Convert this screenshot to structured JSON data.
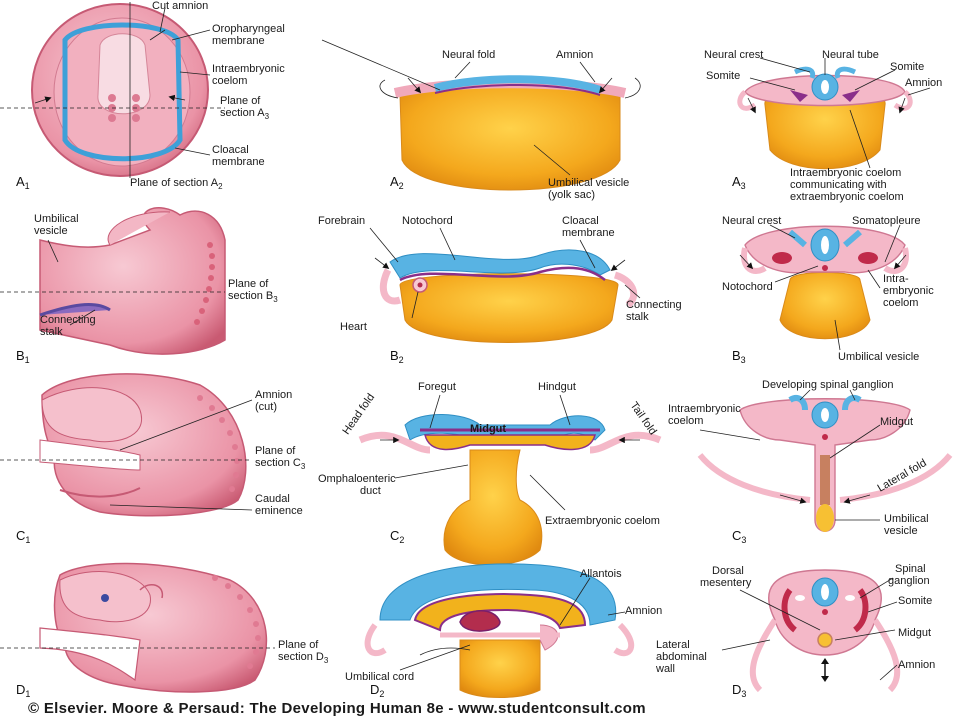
{
  "labels": {
    "cut_amnion": "Cut amnion",
    "oropharyngeal": [
      "Oropharyngeal",
      "membrane"
    ],
    "intra_coelom_a1": [
      "Intraembryonic",
      "coelom"
    ],
    "plane_a3": [
      "Plane of",
      "section A"
    ],
    "cloacal_a1": [
      "Cloacal",
      "membrane"
    ],
    "plane_a2": "Plane of section A",
    "neural_fold": "Neural fold",
    "amnion_a2": "Amnion",
    "umbilical_vesicle_a2": [
      "Umbilical vesicle",
      "(yolk sac)"
    ],
    "neural_crest_a3": "Neural crest",
    "neural_tube": "Neural tube",
    "somite_a3_left": "Somite",
    "somite_a3_right": "Somite",
    "amnion_a3": "Amnion",
    "intra_coelom_a3": [
      "Intraembryonic coelom",
      "communicating with",
      "extraembryonic coelom"
    ],
    "umbilical_vesicle_b1": [
      "Umbilical",
      "vesicle"
    ],
    "plane_b3": [
      "Plane of",
      "section B"
    ],
    "connecting_stalk_b1": [
      "Connecting",
      "stalk"
    ],
    "forebrain": "Forebrain",
    "notochord_b2": "Notochord",
    "cloacal_b2": [
      "Cloacal",
      "membrane"
    ],
    "heart": "Heart",
    "connecting_stalk_b2": [
      "Connecting",
      "stalk"
    ],
    "neural_crest_b3": "Neural crest",
    "somatopleure": "Somatopleure",
    "notochord_b3": "Notochord",
    "intra_coelom_b3": [
      "Intra-",
      "embryonic",
      "coelom"
    ],
    "umbilical_vesicle_b3": "Umbilical vesicle",
    "amnion_cut_c1": [
      "Amnion",
      "(cut)"
    ],
    "plane_c3": [
      "Plane of",
      "section C"
    ],
    "caudal_eminence": [
      "Caudal",
      "eminence"
    ],
    "head_fold": "Head fold",
    "foregut": "Foregut",
    "hindgut": "Hindgut",
    "tail_fold": "Tail fold",
    "midgut_c2": "Midgut",
    "omphaloenteric": [
      "Omphaloenteric",
      "duct"
    ],
    "extraembryonic_coelom": "Extraembryonic coelom",
    "spinal_ganglion_c3": "Developing spinal ganglion",
    "intra_coelom_c3": [
      "Intraembryonic",
      "coelom"
    ],
    "midgut_c3": "Midgut",
    "lateral_fold": "Lateral fold",
    "umbilical_vesicle_c3": [
      "Umbilical",
      "vesicle"
    ],
    "plane_d3": [
      "Plane of",
      "section D"
    ],
    "allantois": "Allantois",
    "amnion_d2": "Amnion",
    "umbilical_cord": "Umbilical cord",
    "dorsal_mesentery": [
      "Dorsal",
      "mesentery"
    ],
    "spinal_ganglion_d3": [
      "Spinal",
      "ganglion"
    ],
    "somite_d3": "Somite",
    "midgut_d3": "Midgut",
    "lateral_wall": [
      "Lateral",
      "abdominal",
      "wall"
    ],
    "amnion_d3": "Amnion"
  },
  "subscripts": {
    "a3": "3",
    "a2": "2",
    "b3": "3",
    "c3": "3",
    "d3": "3"
  },
  "panels": {
    "A1": [
      "A",
      "1"
    ],
    "A2": [
      "A",
      "2"
    ],
    "A3": [
      "A",
      "3"
    ],
    "B1": [
      "B",
      "1"
    ],
    "B2": [
      "B",
      "2"
    ],
    "B3": [
      "B",
      "3"
    ],
    "C1": [
      "C",
      "1"
    ],
    "C2": [
      "C",
      "2"
    ],
    "C3": [
      "C",
      "3"
    ],
    "D1": [
      "D",
      "1"
    ],
    "D2": [
      "D",
      "2"
    ],
    "D3": [
      "D",
      "3"
    ]
  },
  "footer": "© Elsevier. Moore & Persaud: The Developing Human 8e - www.studentconsult.com",
  "colors": {
    "ectoderm_blue": "#58b3e3",
    "tissue_pink": "#f4b8c8",
    "yolk_orange": "#f2a51c",
    "endoderm_purple": "#8a2f8a",
    "embryo_red": "#d9627a"
  }
}
